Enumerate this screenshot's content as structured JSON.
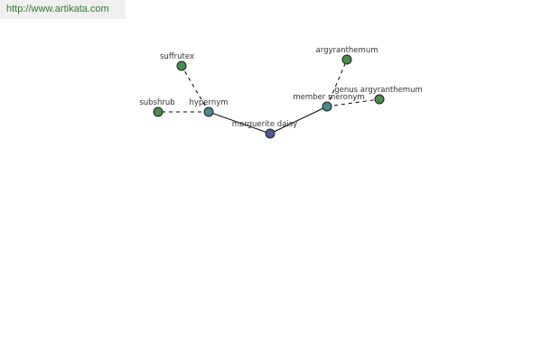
{
  "banner": {
    "url_text": "http://www.artikata.com",
    "color": "#2f7d2f"
  },
  "colors": {
    "root_node": "#4a5a9c",
    "relation_node": "#4a8a8a",
    "term_node": "#4e8a4e",
    "edge": "#000000"
  },
  "graph": {
    "root": "marguerite daisy",
    "relations": [
      {
        "label": "hypernym",
        "targets": [
          "suffrutex",
          "subshrub"
        ]
      },
      {
        "label": "member meronym",
        "targets": [
          "argyranthemum",
          "genus argyranthemum"
        ]
      }
    ]
  }
}
